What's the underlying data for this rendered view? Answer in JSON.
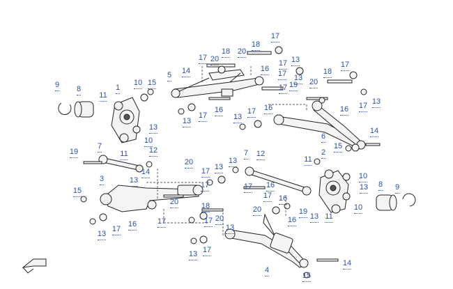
{
  "callouts": [
    {
      "id": "c1",
      "text": "17"
    },
    {
      "id": "c2",
      "text": "18"
    },
    {
      "id": "c3",
      "text": "20"
    },
    {
      "id": "c4",
      "text": "17"
    },
    {
      "id": "c5",
      "text": "20"
    },
    {
      "id": "c6",
      "text": "18"
    },
    {
      "id": "c7",
      "text": "17"
    },
    {
      "id": "c8",
      "text": "13"
    },
    {
      "id": "c9",
      "text": "14"
    },
    {
      "id": "c10",
      "text": "16"
    },
    {
      "id": "c11",
      "text": "17"
    },
    {
      "id": "c12",
      "text": "13"
    },
    {
      "id": "c13",
      "text": "5"
    },
    {
      "id": "c14",
      "text": "18"
    },
    {
      "id": "c15",
      "text": "17"
    },
    {
      "id": "c16",
      "text": "20"
    },
    {
      "id": "c17",
      "text": "19"
    },
    {
      "id": "c18",
      "text": "9"
    },
    {
      "id": "c19",
      "text": "8"
    },
    {
      "id": "c20",
      "text": "11"
    },
    {
      "id": "c21",
      "text": "1"
    },
    {
      "id": "c22",
      "text": "10"
    },
    {
      "id": "c23",
      "text": "15"
    },
    {
      "id": "c24",
      "text": "16"
    },
    {
      "id": "c25",
      "text": "17"
    },
    {
      "id": "c26",
      "text": "13"
    },
    {
      "id": "c27",
      "text": "17"
    },
    {
      "id": "c28",
      "text": "16"
    },
    {
      "id": "c29",
      "text": "13"
    },
    {
      "id": "c30",
      "text": "17"
    },
    {
      "id": "c31",
      "text": "16"
    },
    {
      "id": "c32",
      "text": "13"
    },
    {
      "id": "c33",
      "text": "17"
    },
    {
      "id": "c34",
      "text": "10"
    },
    {
      "id": "c35",
      "text": "13"
    },
    {
      "id": "c36",
      "text": "6"
    },
    {
      "id": "c37",
      "text": "14"
    },
    {
      "id": "c38",
      "text": "15"
    },
    {
      "id": "c39",
      "text": "7"
    },
    {
      "id": "c40",
      "text": "11"
    },
    {
      "id": "c41",
      "text": "12"
    },
    {
      "id": "c42",
      "text": "19"
    },
    {
      "id": "c43",
      "text": "14"
    },
    {
      "id": "c44",
      "text": "13"
    },
    {
      "id": "c45",
      "text": "20"
    },
    {
      "id": "c46",
      "text": "7"
    },
    {
      "id": "c47",
      "text": "12"
    },
    {
      "id": "c48",
      "text": "11"
    },
    {
      "id": "c49",
      "text": "2"
    },
    {
      "id": "c50",
      "text": "17"
    },
    {
      "id": "c51",
      "text": "13"
    },
    {
      "id": "c52",
      "text": "10"
    },
    {
      "id": "c53",
      "text": "15"
    },
    {
      "id": "c54",
      "text": "3"
    },
    {
      "id": "c55",
      "text": "17"
    },
    {
      "id": "c56",
      "text": "16"
    },
    {
      "id": "c57",
      "text": "17"
    },
    {
      "id": "c58",
      "text": "13"
    },
    {
      "id": "c59",
      "text": "13"
    },
    {
      "id": "c60",
      "text": "8"
    },
    {
      "id": "c61",
      "text": "9"
    },
    {
      "id": "c62",
      "text": "20"
    },
    {
      "id": "c63",
      "text": "18"
    },
    {
      "id": "c64",
      "text": "17"
    },
    {
      "id": "c65",
      "text": "16"
    },
    {
      "id": "c66",
      "text": "20"
    },
    {
      "id": "c67",
      "text": "19"
    },
    {
      "id": "c68",
      "text": "13"
    },
    {
      "id": "c69",
      "text": "11"
    },
    {
      "id": "c70",
      "text": "10"
    },
    {
      "id": "c71",
      "text": "13"
    },
    {
      "id": "c72",
      "text": "17"
    },
    {
      "id": "c73",
      "text": "16"
    },
    {
      "id": "c74",
      "text": "17"
    },
    {
      "id": "c75",
      "text": "17"
    },
    {
      "id": "c76",
      "text": "13"
    },
    {
      "id": "c77",
      "text": "20"
    },
    {
      "id": "c78",
      "text": "16"
    },
    {
      "id": "c79",
      "text": "13"
    },
    {
      "id": "c80",
      "text": "17"
    },
    {
      "id": "c81",
      "text": "4"
    },
    {
      "id": "c82",
      "text": "14"
    },
    {
      "id": "c83",
      "text": "15"
    }
  ]
}
